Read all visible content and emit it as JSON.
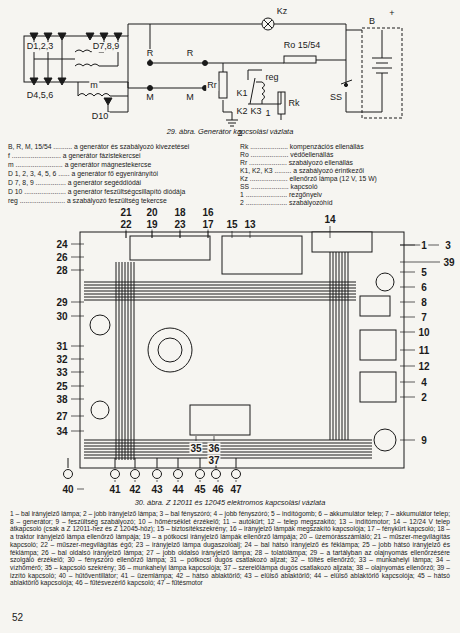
{
  "diagram": {
    "caption": "30. ábra. Z 12011 és 12045 elektromos kapcsolási vázlata",
    "labels": [
      "D1,2,3",
      "D7,8,9",
      "D4,5,6",
      "D10",
      "m",
      "R",
      "R",
      "M",
      "M",
      "Kz",
      "Ro 15/54",
      "Rr",
      "K1",
      "reg",
      "K2",
      "K3",
      "Rk",
      "1",
      "2",
      "SS",
      "B",
      "+",
      "29. ábra. Generátor kapcsolási vázlata",
      "B, R, M, 15/54 .......... a generátor és szabályozó kivezetései",
      "f .......................... a generátor fázistekercsei",
      "m ......................... a generátor mágnestekercse",
      "D 1, 2, 3, 4, 5, 6 ...... a generátor fő egyenirányítói",
      "D 7, 8, 9 ................ a generátor segéddiódái",
      "D 10 ...................... a generátor feszültségcsillapító diódája",
      "reg ........................ a szabályozó feszültség tekercse",
      "Rk .................... kompenzációs ellenállás",
      "Ro .................... védőellenállás",
      "Rr .................... szabályozó ellenállás",
      "K1, K2, K3 ......... a szabályozó érintkezői",
      "Kz .................... ellenőrző lámpa (12 V, 15 W)",
      "SS .................... kapcsoló",
      "1 ...................... rezgőnyelv",
      "2 ...................... szabályozóhíd",
      "1",
      "2",
      "3",
      "4",
      "5",
      "6",
      "7",
      "8",
      "9",
      "10",
      "11",
      "12",
      "13",
      "14",
      "15",
      "16",
      "17",
      "18",
      "19",
      "20",
      "21",
      "22",
      "23",
      "24",
      "25",
      "26",
      "27",
      "28",
      "29",
      "30",
      "31",
      "32",
      "33",
      "34",
      "35",
      "36",
      "37",
      "38",
      "39",
      "40",
      "41",
      "42",
      "43",
      "44",
      "45",
      "46",
      "47",
      "1 – bal irányjelző lámpa; 2 – jobb irányjelző lámpa; 3 – bal fényszóró; 4 – jobb fényszóró; 5 – indítógomb; 6 – akkumulátor telep; 7 – akkumulátor telep; 8 – generátor; 9 – feszültség szabályozó; 10 – hőmérséklet érzékelő; 11 – autókürt; 12 – telep megszakító; 13 – indítómotor; 14 – 12/24 V telep átkapcsoló (csak a Z 12011-hez és Z 12045-höz); 15 – biztosítékszekrény; 16 – irányjelző lámpák megszakító kapcsolója; 17 – fénykürt kapcsoló; 18 – a traktor irányjelző lámpa ellenőrző lámpája; 19 – a pótkocsi irányjelző lámpák ellenőrző lámpája; 20 – üzemórásszámláló; 21 – műszer-megvilágítás kapcsoló; 22 – műszer-megvilágítás égő; 23 – irányjelző lámpa dugaszolóalj; 24 – bal hátsó irányjelző és féklámpa; 25 – jobb hátsó irányjelző és féklámpa; 26 – bal oldalsó irányjelző lámpa; 27 – jobb oldalsó irányjelző lámpa; 28 – tolatólámpa; 29 – a tartályban az olajnyomás ellenőrzésére szolgáló érzékelő; 30 – fényszóró ellenőrző lámpa; 31 – pótkocsi dugós csatlakozó aljzat; 32 – töltés ellenőrző; 33 – munkahelyi lámpa; 34 – vízhőmérő; 35 – kapcsoló szekrény; 36 – munkahelyi lámpa kapcsolója; 37 – szerelőlámpa dugós csatlakozó aljzata; 38 – olajnyomás ellenőrző; 39 – izzító kapcsoló; 40 – hűtőventillátor; 41 – üzemlámpa; 42 – hátsó ablaktörlő; 43 – elülső ablaktörlő; 44 – elülső ablaktörlő kapcsolója; 45 – hátsó ablaktörlő kapcsolója; 46 – fűtésvezérlő kapcsoló; 47 – fűtésmotor",
      "52"
    ]
  }
}
